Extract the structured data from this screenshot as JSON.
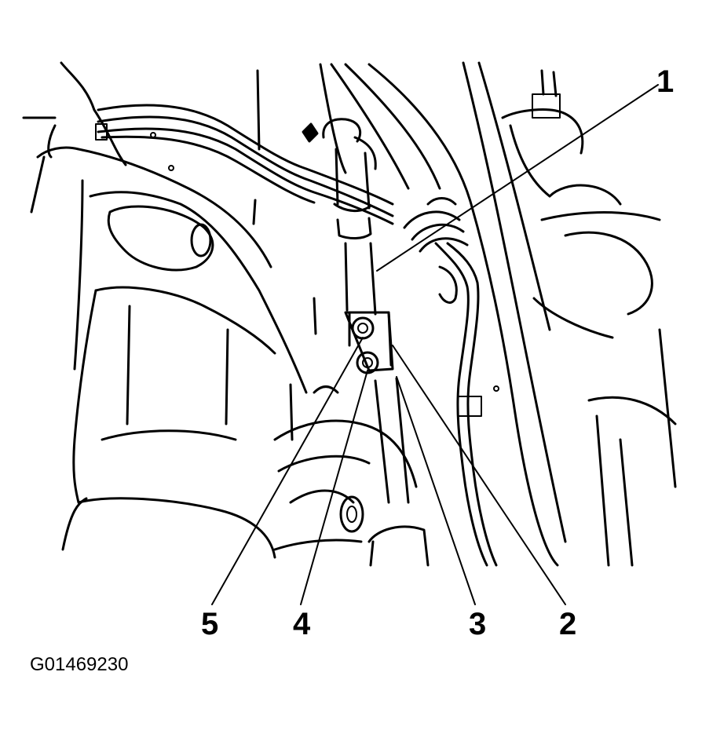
{
  "callouts": {
    "c1": "1",
    "c2": "2",
    "c3": "3",
    "c4": "4",
    "c5": "5"
  },
  "figure_id": "G01469230",
  "colors": {
    "ink": "#000000",
    "paper": "#ffffff"
  }
}
